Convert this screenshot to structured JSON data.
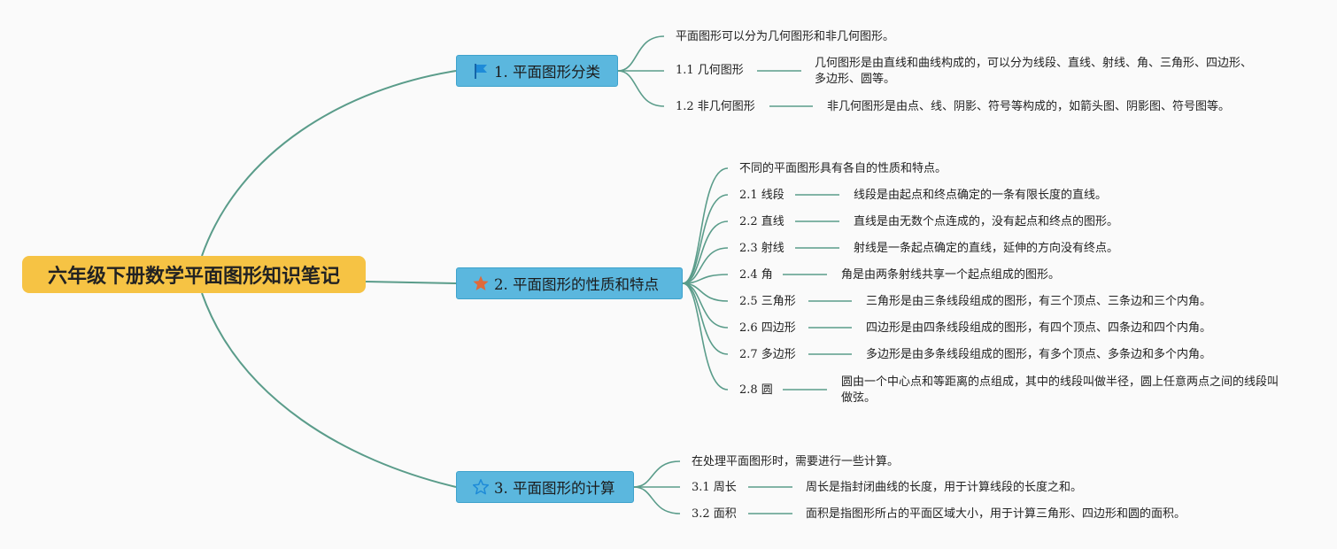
{
  "root": {
    "title": "六年级下册数学平面图形知识笔记"
  },
  "icons": {
    "branch1": "flag-icon",
    "branch2": "filled-star-icon",
    "branch3": "outline-star-icon"
  },
  "colors": {
    "root": "#f6c344",
    "branch": "#5bb7de",
    "line": "#5a9c8a",
    "flag": "#1e8bd8",
    "star": "#e06a3a"
  },
  "branches": [
    {
      "label": "1. 平面图形分类",
      "intro": "平面图形可以分为几何图形和非几何图形。",
      "items": [
        {
          "label": "1.1 几何图形",
          "text": "几何图形是由直线和曲线构成的，可以分为线段、直线、射线、角、三角形、四边形、多边形、圆等。"
        },
        {
          "label": "1.2 非几何图形",
          "text": "非几何图形是由点、线、阴影、符号等构成的，如箭头图、阴影图、符号图等。"
        }
      ]
    },
    {
      "label": "2. 平面图形的性质和特点",
      "intro": "不同的平面图形具有各自的性质和特点。",
      "items": [
        {
          "label": "2.1 线段",
          "text": "线段是由起点和终点确定的一条有限长度的直线。"
        },
        {
          "label": "2.2 直线",
          "text": "直线是由无数个点连成的，没有起点和终点的图形。"
        },
        {
          "label": "2.3 射线",
          "text": "射线是一条起点确定的直线，延伸的方向没有终点。"
        },
        {
          "label": "2.4 角",
          "text": "角是由两条射线共享一个起点组成的图形。"
        },
        {
          "label": "2.5 三角形",
          "text": "三角形是由三条线段组成的图形，有三个顶点、三条边和三个内角。"
        },
        {
          "label": "2.6 四边形",
          "text": "四边形是由四条线段组成的图形，有四个顶点、四条边和四个内角。"
        },
        {
          "label": "2.7 多边形",
          "text": "多边形是由多条线段组成的图形，有多个顶点、多条边和多个内角。"
        },
        {
          "label": "2.8 圆",
          "text": "圆由一个中心点和等距离的点组成，其中的线段叫做半径，圆上任意两点之间的线段叫做弦。"
        }
      ]
    },
    {
      "label": "3. 平面图形的计算",
      "intro": "在处理平面图形时，需要进行一些计算。",
      "items": [
        {
          "label": "3.1 周长",
          "text": "周长是指封闭曲线的长度，用于计算线段的长度之和。"
        },
        {
          "label": "3.2 面积",
          "text": "面积是指图形所占的平面区域大小，用于计算三角形、四边形和圆的面积。"
        }
      ]
    }
  ]
}
